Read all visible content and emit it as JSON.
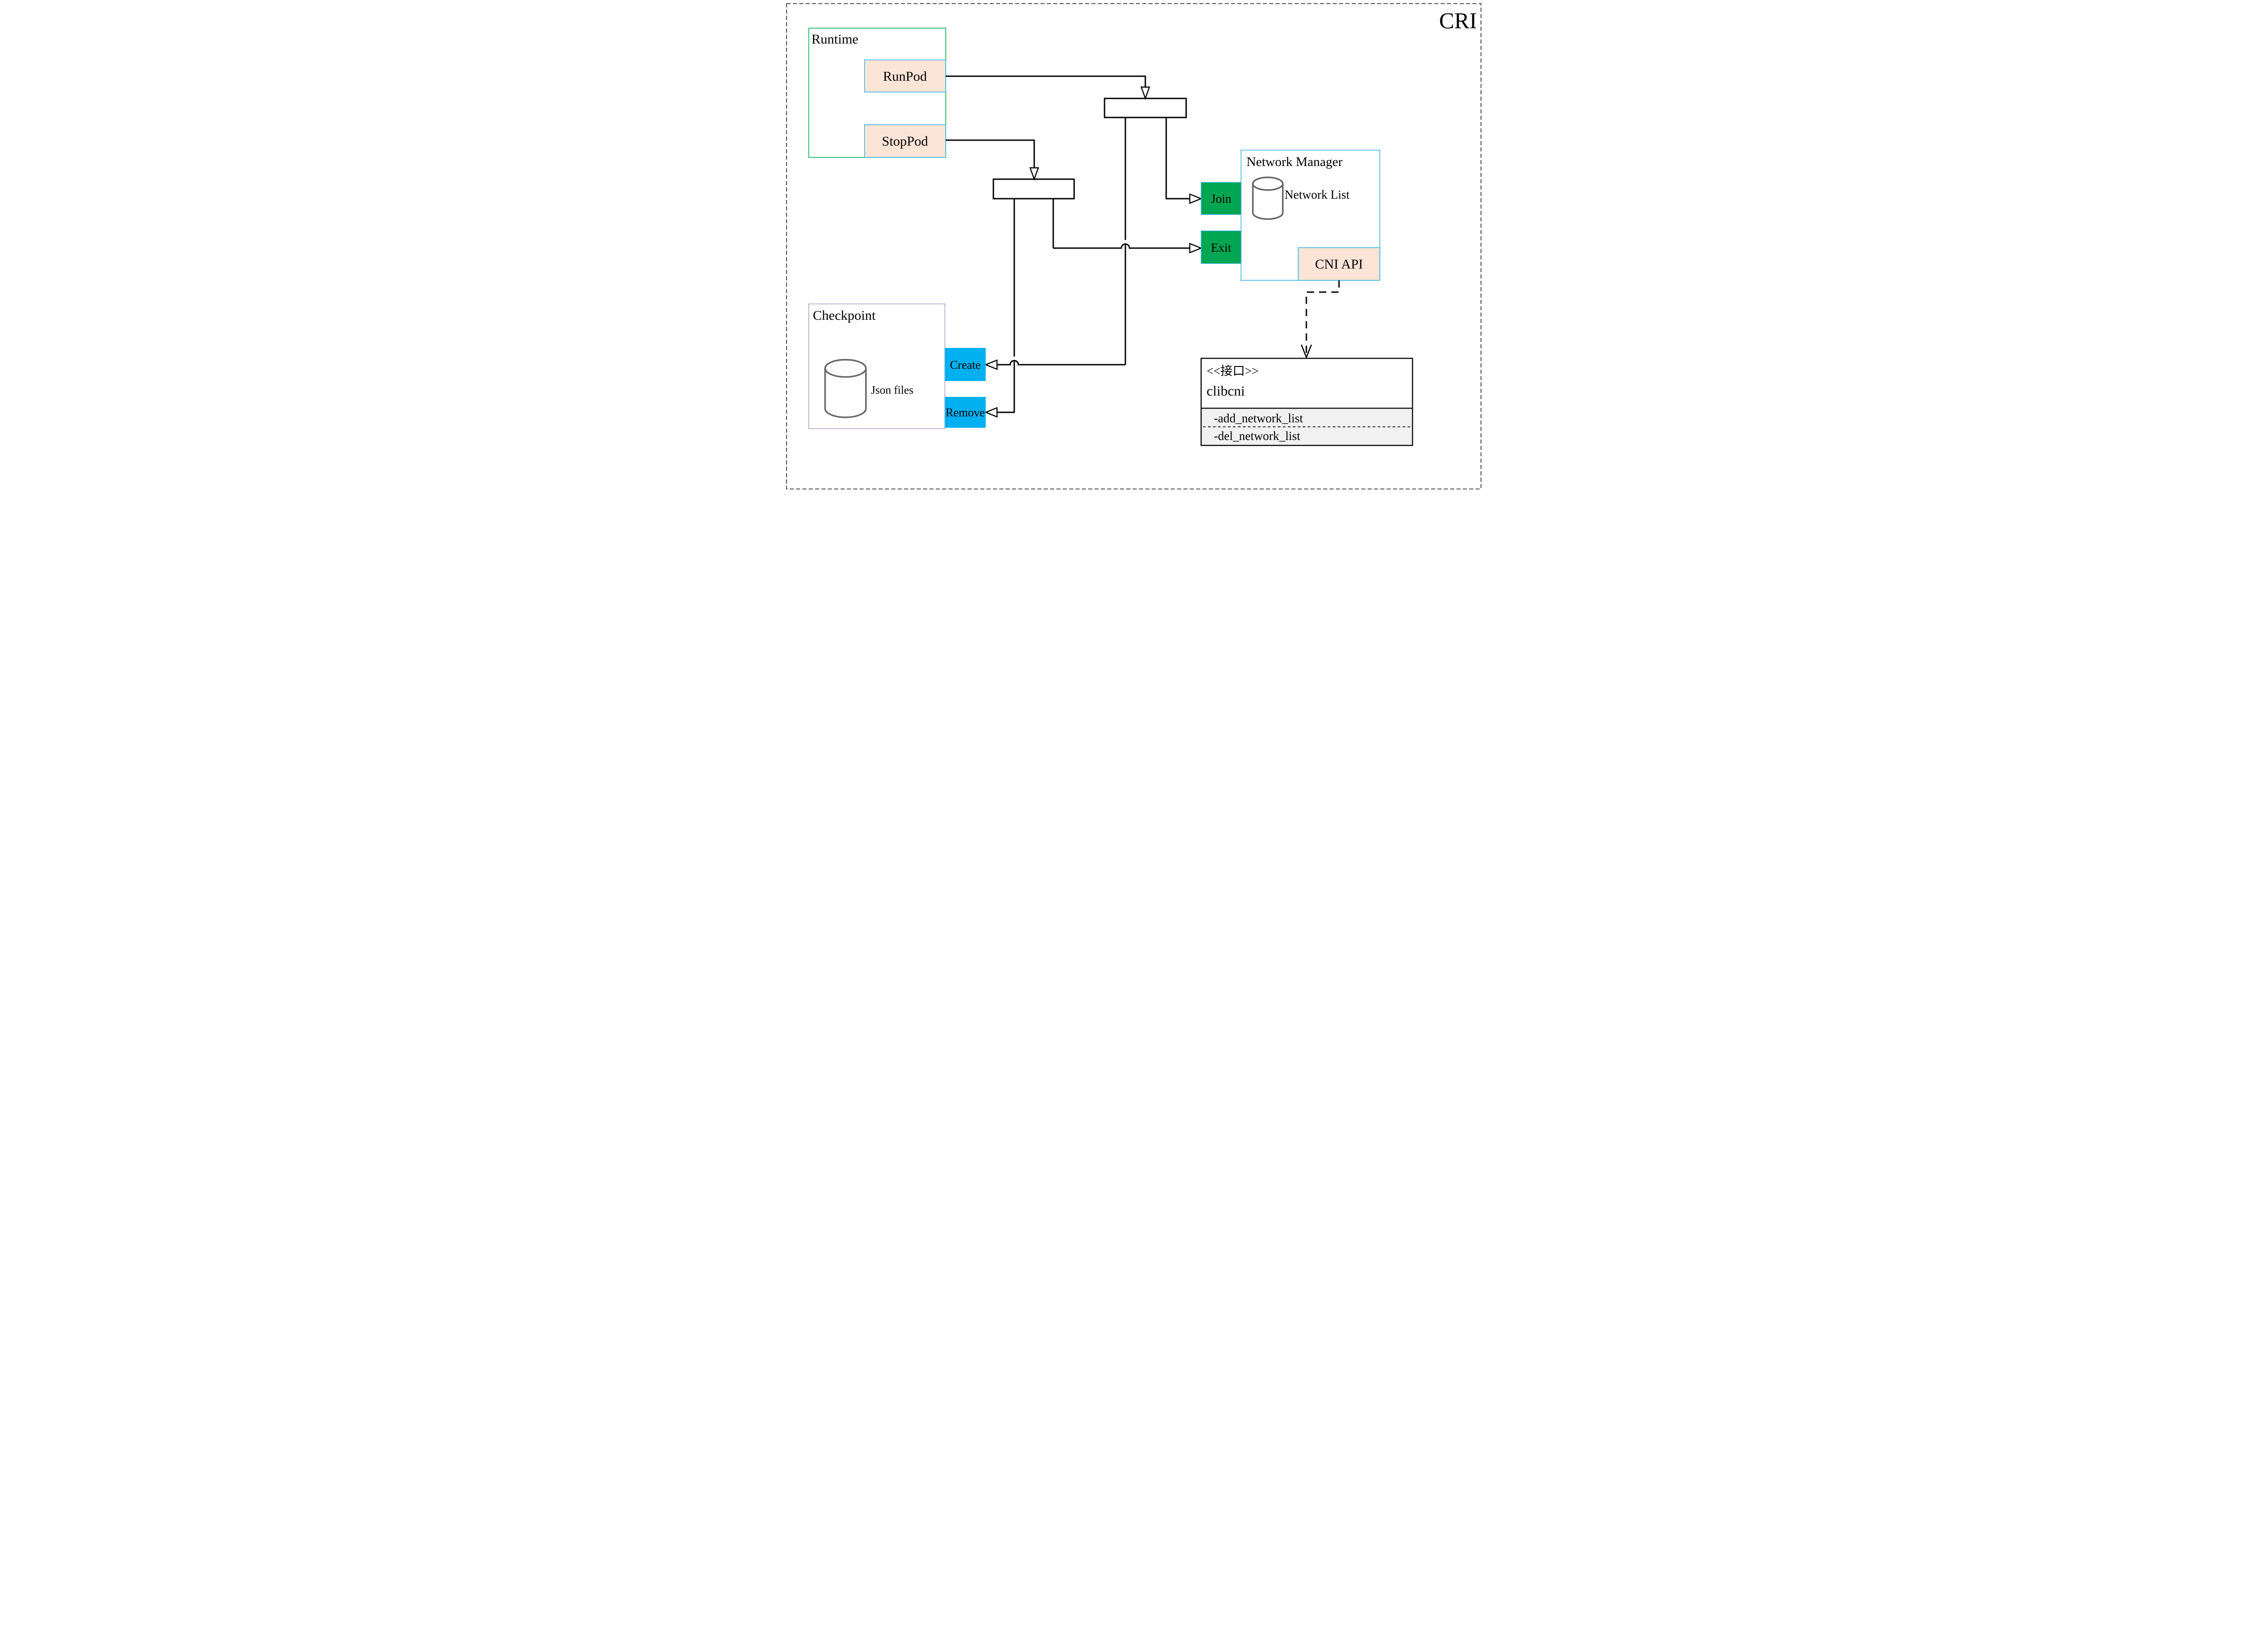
{
  "page": {
    "badge": "CRI"
  },
  "runtime": {
    "label": "Runtime",
    "runpod": "RunPod",
    "stoppod": "StopPod"
  },
  "network_manager": {
    "label": "Network Manager",
    "datastore": "Network List",
    "join": "Join",
    "exit": "Exit",
    "api": "CNI API"
  },
  "checkpoint": {
    "label": "Checkpoint",
    "datastore": "Json files",
    "create": "Create",
    "remove": "Remove"
  },
  "clibcni": {
    "stereotype": "<<接口>>",
    "name": "clibcni",
    "method_add": "-add_network_list",
    "method_del": "-del_network_list"
  },
  "colors": {
    "badge_gold": "#8a6d00",
    "runtime_border": "#00b050",
    "peach_fill": "#fce4d6",
    "blue_border": "#3cb4e7",
    "green_fill": "#00a651",
    "cyan_fill": "#00b0f0",
    "purple_border": "#b2a2c7",
    "gray_section": "#f1f1f1",
    "cylinder_stroke": "#666666",
    "line_black": "#000000"
  }
}
